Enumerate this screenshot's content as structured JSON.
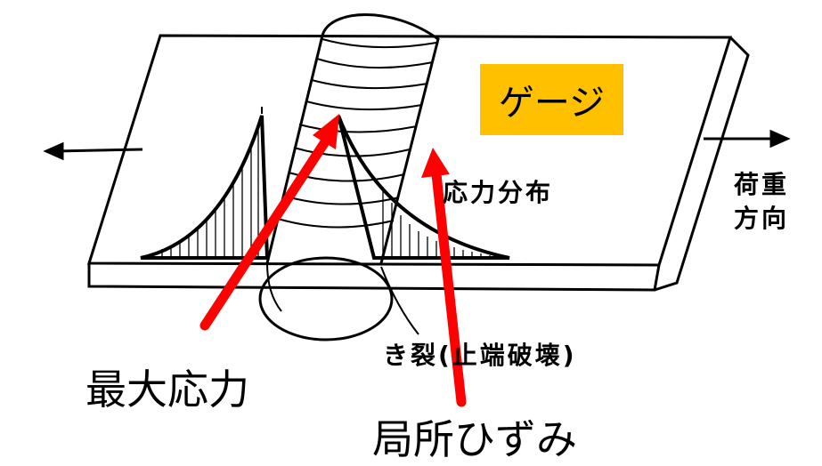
{
  "labels": {
    "gauge": "ゲージ",
    "stress_distribution": "応力分布",
    "load_direction_line1": "荷重",
    "load_direction_line2": "方向",
    "crack": "き裂(止端破壊)",
    "max_stress": "最大応力",
    "local_strain": "局所ひずみ"
  },
  "colors": {
    "gauge_background": "#ffc000",
    "arrow": "#ff0000",
    "line": "#000000"
  }
}
